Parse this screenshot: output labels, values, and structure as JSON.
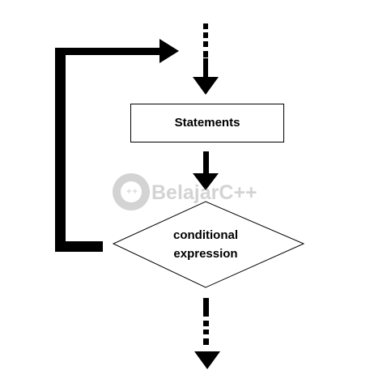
{
  "nodes": {
    "statements": "Statements",
    "condition_line1": "conditional",
    "condition_line2": "expression"
  },
  "watermark": {
    "text": "BelajarC++",
    "logo_glyph": "++"
  },
  "colors": {
    "stroke": "#000000",
    "background": "#ffffff",
    "watermark": "#7a7a7a"
  }
}
